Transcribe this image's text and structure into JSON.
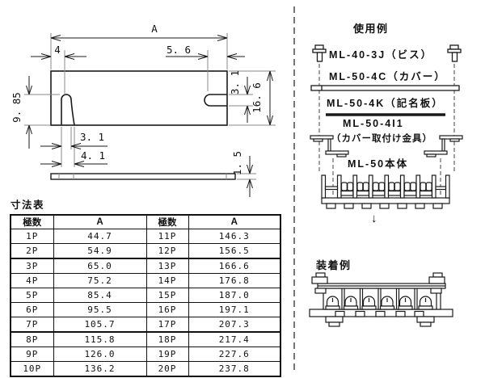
{
  "page": {
    "background": "#ffffff",
    "line_color": "#1a1a1a",
    "extension_line_color": "#8a8a8a"
  },
  "drawing": {
    "dims": {
      "overall_width": "A",
      "left_tab_offset": "4",
      "right_slot_length": "5. 6",
      "right_slot_width": "3. 1",
      "cover_height": "16. 6",
      "tab_height": "9. 85",
      "tab_slot_inner_width": "3. 1",
      "tab_slot_outer_width": "4. 1",
      "plate_thickness": "1. 5"
    }
  },
  "usage_example": {
    "title": "使用例",
    "parts": [
      "ML-40-3J（ビス）",
      "ML-50-4C（カバー）",
      "ML-50-4K（記名板）",
      "ML-50-4I1",
      "（カバー取付け金具）",
      "ML-50本体"
    ],
    "flow_arrow": "↓"
  },
  "mounting_example": {
    "title": "装着例"
  },
  "dim_table": {
    "title": "寸法表",
    "headers": [
      "極数",
      "A",
      "極数",
      "A"
    ],
    "rows": [
      [
        "1P",
        "44.7",
        "11P",
        "146.3"
      ],
      [
        "2P",
        "54.9",
        "12P",
        "156.5"
      ],
      [
        "3P",
        "65.0",
        "13P",
        "166.6"
      ],
      [
        "4P",
        "75.2",
        "14P",
        "176.8"
      ],
      [
        "5P",
        "85.4",
        "15P",
        "187.0"
      ],
      [
        "6P",
        "95.5",
        "16P",
        "197.1"
      ],
      [
        "7P",
        "105.7",
        "17P",
        "207.3"
      ],
      [
        "8P",
        "115.8",
        "18P",
        "217.4"
      ],
      [
        "9P",
        "126.0",
        "19P",
        "227.6"
      ],
      [
        "10P",
        "136.2",
        "20P",
        "237.8"
      ]
    ]
  }
}
